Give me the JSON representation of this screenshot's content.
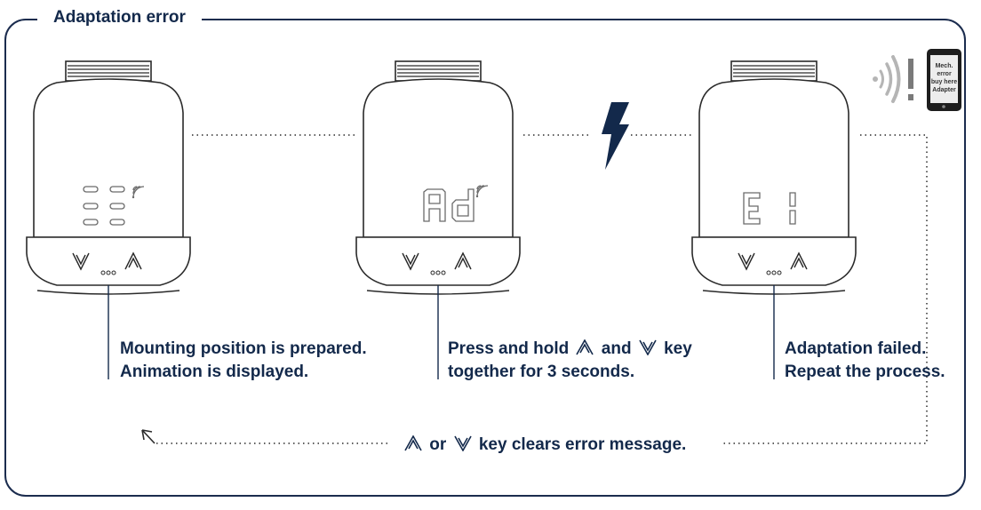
{
  "title": "Adaptation error",
  "steps": [
    {
      "display": "animation",
      "caption_line1": "Mounting position is prepared.",
      "caption_line2": "Animation is displayed."
    },
    {
      "display": "Ad",
      "caption_prefix": "Press and hold",
      "caption_and": "and",
      "caption_key": "key",
      "caption_line2": "together for 3 seconds."
    },
    {
      "display": "E1",
      "caption_line1": "Adaptation failed.",
      "caption_line2": "Repeat the process."
    }
  ],
  "phone": {
    "line1": "Mech.",
    "line2": "error",
    "line3": "buy here",
    "line4": "Adapter"
  },
  "bottom": {
    "or": "or",
    "text": "key clears error message."
  },
  "colors": {
    "navy": "#13294b",
    "device_outline": "#2a2a2a",
    "display_segment": "#6a6a6a"
  },
  "icons": [
    "lightning-icon",
    "wireless-signal-icon",
    "exclamation-icon",
    "smartphone-icon",
    "arrow-up-key-icon",
    "arrow-down-key-icon"
  ]
}
